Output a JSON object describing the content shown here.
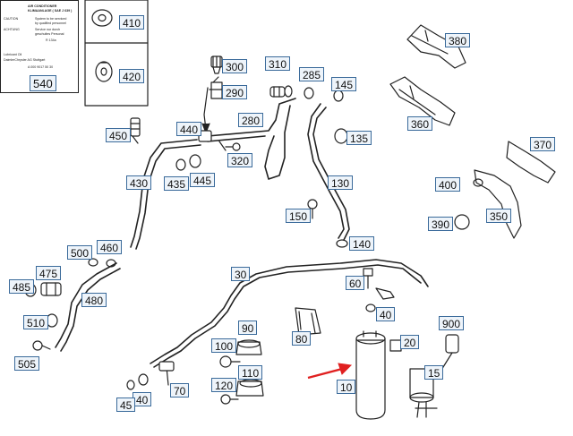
{
  "plate": {
    "lines": [
      "AIR CONDITIONER",
      "KLIMAANLAGE ( SAE J 639 )",
      "CAUTION",
      "System to be serviced",
      "by qualified personnel",
      "ACHTUNG",
      "Service nur durch",
      "geschultes Personal",
      "R 134a",
      "Lubricant Oil",
      "DaimlerChrysler AG Stuttgart",
      "A 000 9017 50 30"
    ]
  },
  "callouts": {
    "p540": "540",
    "p410": "410",
    "p420": "420",
    "p300": "300",
    "p290": "290",
    "p310": "310",
    "p285": "285",
    "p145": "145",
    "p380": "380",
    "p360": "360",
    "p280": "280",
    "p440": "440",
    "p450": "450",
    "p320": "320",
    "p435": "435",
    "p445": "445",
    "p430": "430",
    "p135": "135",
    "p130": "130",
    "p150": "150",
    "p140": "140",
    "p370": "370",
    "p400": "400",
    "p390": "390",
    "p350": "350",
    "p500": "500",
    "p460": "460",
    "p475": "475",
    "p485": "485",
    "p480": "480",
    "p510": "510",
    "p505": "505",
    "p30": "30",
    "p60": "60",
    "p40a": "40",
    "p900": "900",
    "p90": "90",
    "p80": "80",
    "p20": "20",
    "p100": "100",
    "p15": "15",
    "p110": "110",
    "p120": "120",
    "p10": "10",
    "p70": "70",
    "p40b": "40",
    "p45": "45"
  },
  "colors": {
    "callout_border": "#3a6a9a",
    "callout_fill": "#eef4fa",
    "arrow": "#e02020",
    "line": "#222222"
  }
}
